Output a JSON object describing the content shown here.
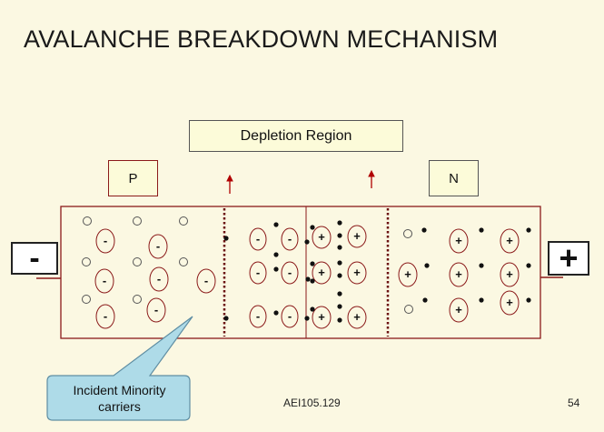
{
  "slide": {
    "title": "AVALANCHE BREAKDOWN MECHANISM",
    "depletion_label": "Depletion Region",
    "p_label": "P",
    "n_label": "N",
    "minus_sign": "-",
    "plus_sign": "+",
    "callout_line1": "Incident Minority",
    "callout_line2": "carriers",
    "footer_code": "AEI105.129",
    "page_number": "54"
  },
  "colors": {
    "background": "#fbf8e2",
    "label_fill": "#fcfbd9",
    "callout_fill": "#aedbe8",
    "arrow_red": "#b00000",
    "junction_dots": "#6b1010"
  }
}
